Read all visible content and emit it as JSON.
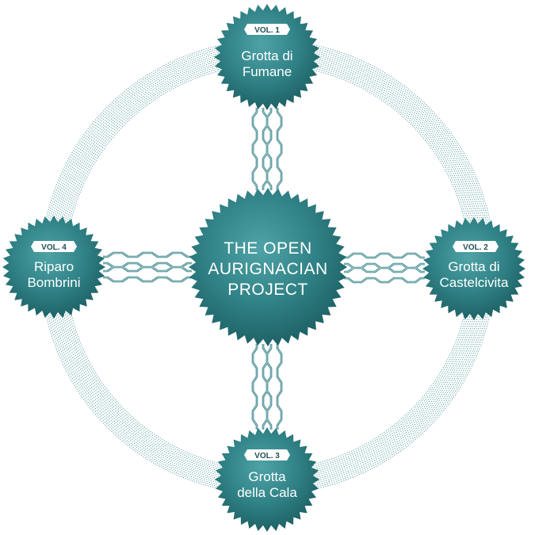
{
  "center": {
    "lines": [
      "THE OPEN",
      "AURIGNACIAN",
      "PROJECT"
    ]
  },
  "volumes": [
    {
      "badge": "VOL. 1",
      "lines": [
        "Grotta di",
        "Fumane"
      ]
    },
    {
      "badge": "VOL. 2",
      "lines": [
        "Grotta di",
        "Castelcivita"
      ]
    },
    {
      "badge": "VOL. 3",
      "lines": [
        "Grotta",
        "della Cala"
      ]
    },
    {
      "badge": "VOL. 4",
      "lines": [
        "Riparo",
        "Bombrini"
      ]
    }
  ],
  "colors": {
    "gear_dark": "#1c5e62",
    "gear_mid": "#2f8185",
    "gear_light": "#4fa3a6",
    "ring_line": "#3f8a8f",
    "bond": "#2f7b80"
  }
}
